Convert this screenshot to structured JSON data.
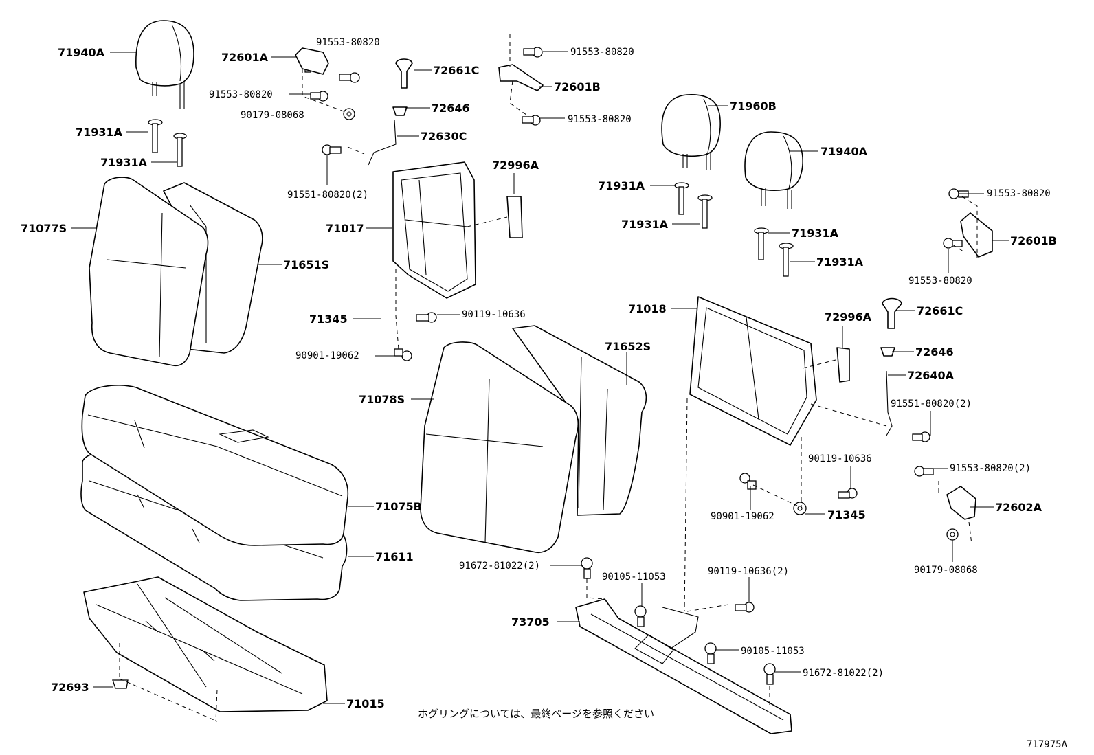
{
  "diagram": {
    "labels": {
      "hr_left": "71940A",
      "hr_mid": "71960B",
      "hr_right": "71940A",
      "support_l1": "71931A",
      "support_l2": "71931A",
      "support_m1": "71931A",
      "support_m2": "71931A",
      "support_r1": "71931A",
      "support_r2": "71931A",
      "hinge_l": "72601A",
      "hinge_m": "72601B",
      "hinge_r": "72601B",
      "hinge_r2": "72602A",
      "knob_l": "72661C",
      "knob_r": "72661C",
      "bezel_l": "72646",
      "bezel_r": "72646",
      "rod_l": "72630C",
      "rod_r": "72640A",
      "lock_l": "72996A",
      "lock_r": "72996A",
      "frame_l": "71017",
      "frame_r": "71018",
      "cover_back_l": "71077S",
      "pad_back_l": "71651S",
      "cover_back_r": "71078S",
      "pad_back_r": "71652S",
      "bracket_l": "71345",
      "bracket_r": "71345",
      "cushion_cover": "71075B",
      "cushion_pad": "71611",
      "cushion_frame": "71015",
      "clip": "72693",
      "leg_frame": "73705",
      "b1": "91553-80820",
      "b2": "91553-80820",
      "b3": "91553-80820",
      "b4": "91553-80820",
      "b5": "91553-80820",
      "b6": "91553-80820",
      "b7": "91553-80820(2)",
      "n1": "90179-08068",
      "n2": "90179-08068",
      "s1": "91551-80820(2)",
      "s2": "91551-80820(2)",
      "c1": "90119-10636",
      "c2": "90119-10636",
      "c3": "90119-10636(2)",
      "p1": "90901-19062",
      "p2": "90901-19062",
      "f1": "91672-81022(2)",
      "f2": "91672-81022(2)",
      "g1": "90105-11053",
      "g2": "90105-11053"
    },
    "note": "ホグリングについては、最終ページを参照ください",
    "code": "717975A"
  }
}
